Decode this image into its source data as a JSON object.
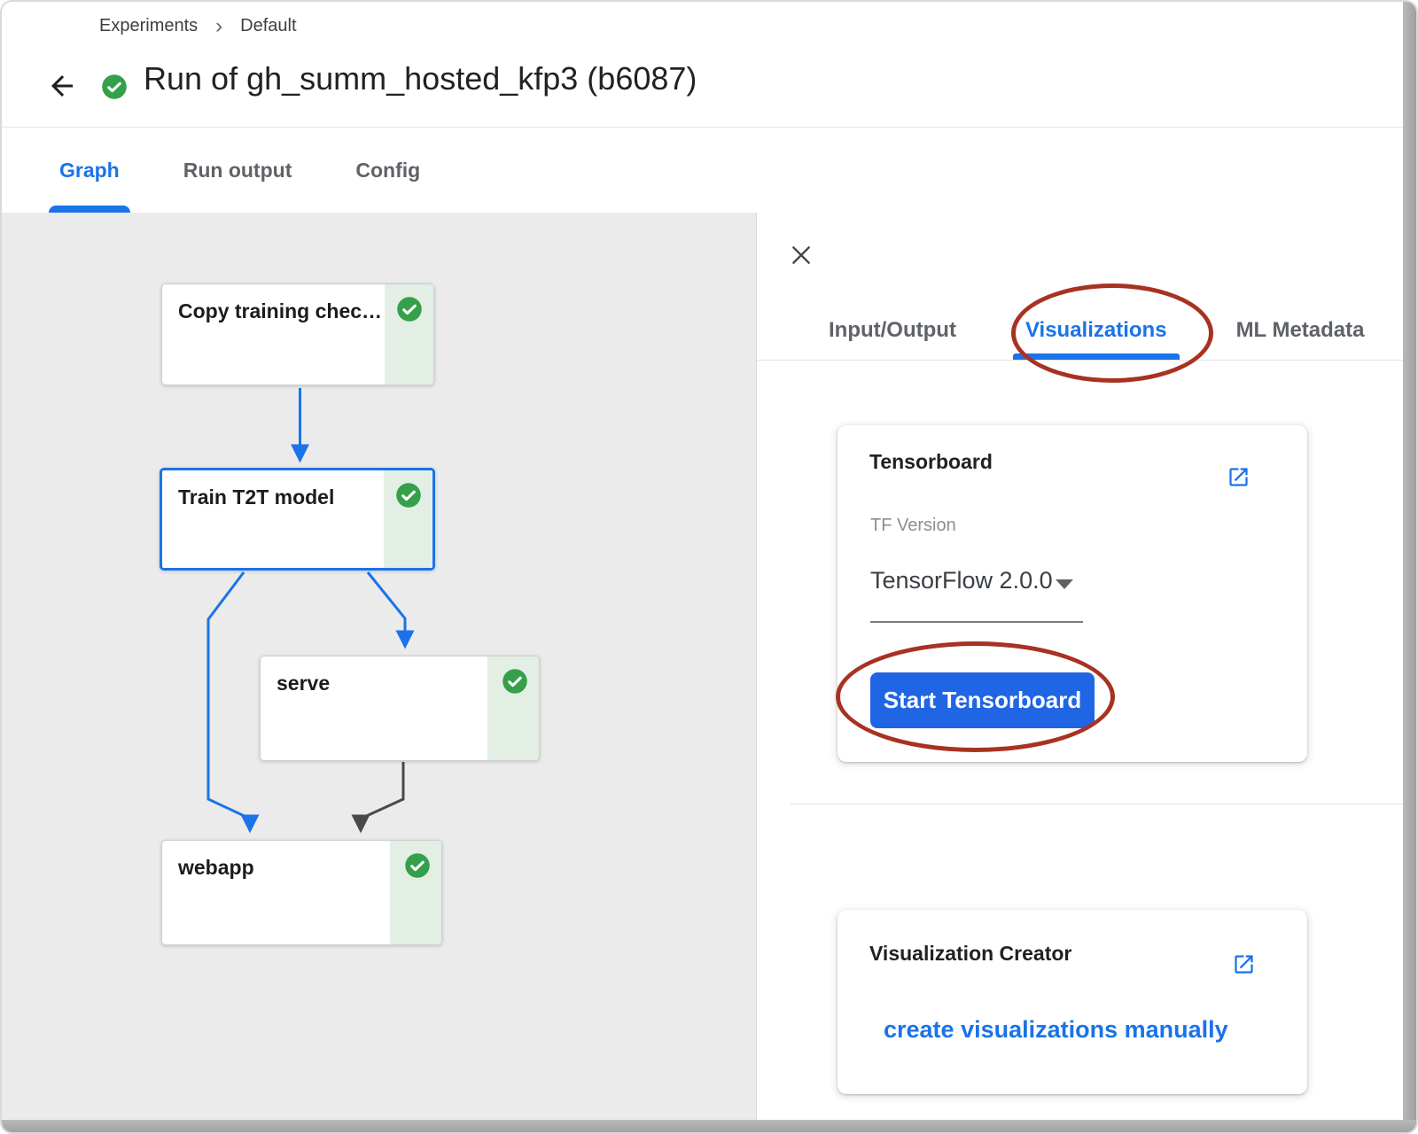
{
  "breadcrumb": {
    "items": [
      "Experiments",
      "Default"
    ],
    "separator": "›"
  },
  "header": {
    "title": "Run of gh_summ_hosted_kfp3 (b6087)",
    "status": "succeeded"
  },
  "main_tabs": [
    {
      "label": "Graph",
      "active": true
    },
    {
      "label": "Run output",
      "active": false
    },
    {
      "label": "Config",
      "active": false
    }
  ],
  "graph": {
    "nodes": [
      {
        "label": "Copy training chec…",
        "status": "succeeded",
        "selected": false
      },
      {
        "label": "Train T2T model",
        "status": "succeeded",
        "selected": true
      },
      {
        "label": "serve",
        "status": "succeeded",
        "selected": false
      },
      {
        "label": "webapp",
        "status": "succeeded",
        "selected": false
      }
    ],
    "edges": [
      {
        "from": "Copy training chec…",
        "to": "Train T2T model",
        "color": "#1a73e8"
      },
      {
        "from": "Train T2T model",
        "to": "serve",
        "color": "#1a73e8"
      },
      {
        "from": "Train T2T model",
        "to": "webapp",
        "color": "#1a73e8"
      },
      {
        "from": "serve",
        "to": "webapp",
        "color": "#4a4a4a"
      }
    ]
  },
  "detail_panel": {
    "tabs": [
      {
        "label": "Input/Output",
        "active": false
      },
      {
        "label": "Visualizations",
        "active": true
      },
      {
        "label": "ML Metadata",
        "active": false
      }
    ],
    "tensorboard_card": {
      "title": "Tensorboard",
      "tf_version_label": "TF Version",
      "tf_version_value": "TensorFlow 2.0.0",
      "start_button_label": "Start Tensorboard"
    },
    "creator_card": {
      "title": "Visualization Creator",
      "link_label": "create visualizations manually"
    }
  },
  "annotations": {
    "color": "#a83222",
    "items": [
      "ellipse around Visualizations tab",
      "ellipse around Start Tensorboard button"
    ]
  },
  "colors": {
    "accent_blue": "#1a73e8",
    "button_blue": "#2065e4",
    "success_green": "#34a04a",
    "success_strip_bg": "#e3efe4",
    "annotation_red": "#a83222",
    "graph_bg": "#ebebeb"
  }
}
